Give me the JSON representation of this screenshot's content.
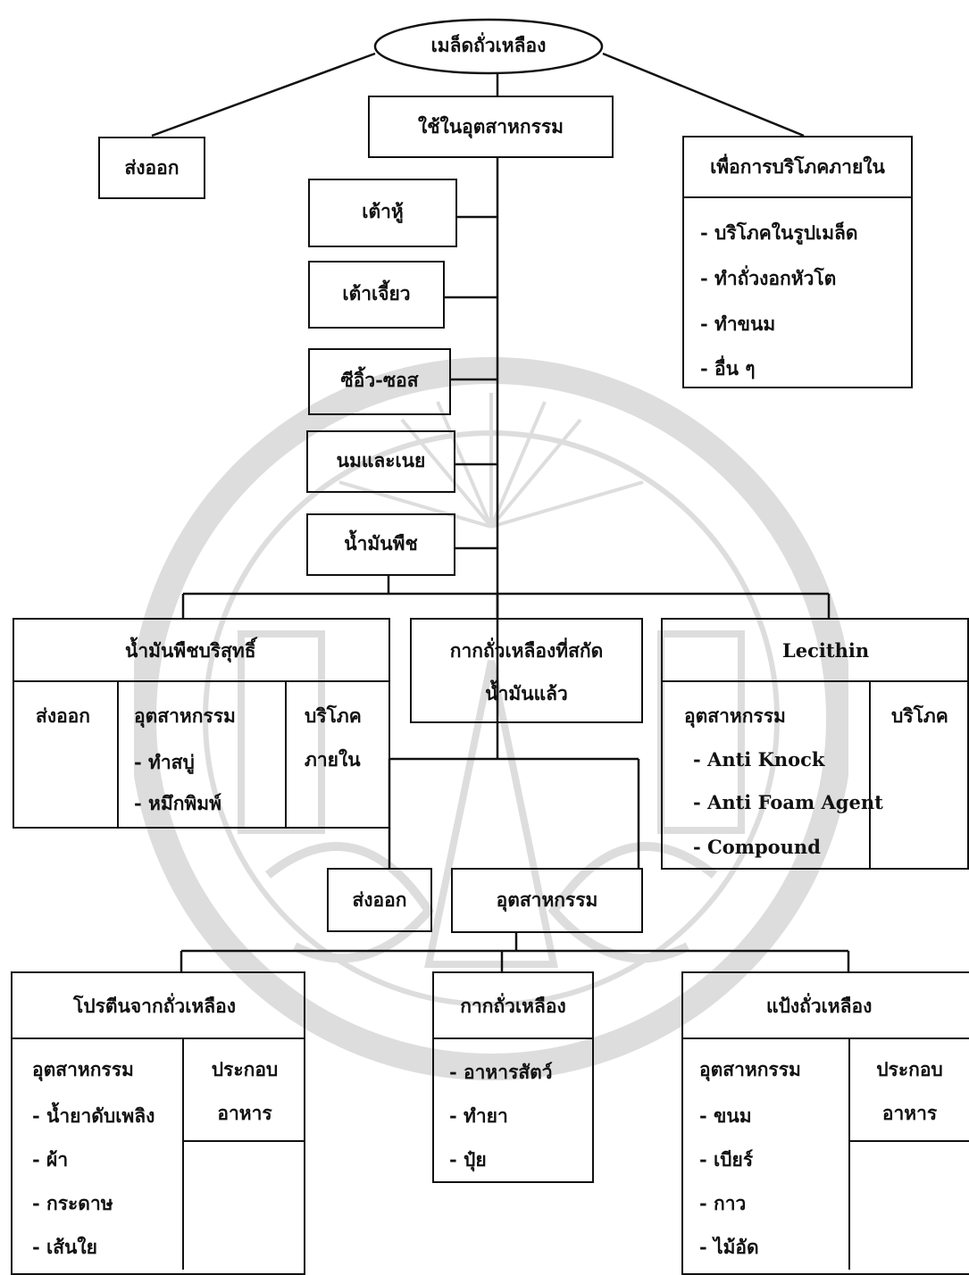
{
  "root": {
    "label": "เมล็ดถั่วเหลือง"
  },
  "export_top": {
    "label": "ส่งออก"
  },
  "industry_top": {
    "label": "ใช้ในอุตสาหกรรม"
  },
  "domestic": {
    "title": "เพื่อการบริโภคภายใน",
    "items": [
      "- บริโภคในรูปเมล็ด",
      "- ทำถั่วงอกหัวโต",
      "- ทำขนม",
      "- อื่น ๆ"
    ]
  },
  "products": [
    "เต้าหู้",
    "เต้าเจี้ยว",
    "ซีอิ้ว-ซอส",
    "นมและเนย",
    "น้ำมันพืช"
  ],
  "pure_oil": {
    "title": "น้ำมันพืชบริสุทธิ์",
    "export": "ส่งออก",
    "industry": "อุตสาหกรรม",
    "industry_items": [
      "- ทำสบู่",
      "- หมึกพิมพ์"
    ],
    "consume_1": "บริโภค",
    "consume_2": "ภายใน"
  },
  "meal": {
    "line1": "กากถั่วเหลืองที่สกัด",
    "line2": "น้ำมันแล้ว"
  },
  "lecithin": {
    "title": "Lecithin",
    "industry": "อุตสาหกรรม",
    "items": [
      "- Anti Knock",
      "- Anti Foam Agent",
      "- Compound"
    ],
    "consume": "บริโภค"
  },
  "meal_export": {
    "label": "ส่งออก"
  },
  "meal_industry": {
    "label": "อุตสาหกรรม"
  },
  "protein": {
    "title": "โปรตีนจากถั่วเหลือง",
    "industry": "อุตสาหกรรม",
    "items": [
      "- น้ำยาดับเพลิง",
      "- ผ้า",
      "- กระดาษ",
      "- เส้นใย"
    ],
    "food_1": "ประกอบ",
    "food_2": "อาหาร"
  },
  "soy_meal": {
    "title": "กากถั่วเหลือง",
    "items": [
      "- อาหารสัตว์",
      "- ทำยา",
      "- ปุ๋ย"
    ]
  },
  "flour": {
    "title": "แป้งถั่วเหลือง",
    "industry": "อุตสาหกรรม",
    "items": [
      "- ขนม",
      "- เบียร์",
      "- กาว",
      "- ไม้อัด"
    ],
    "food_1": "ประกอบ",
    "food_2": "อาหาร"
  }
}
